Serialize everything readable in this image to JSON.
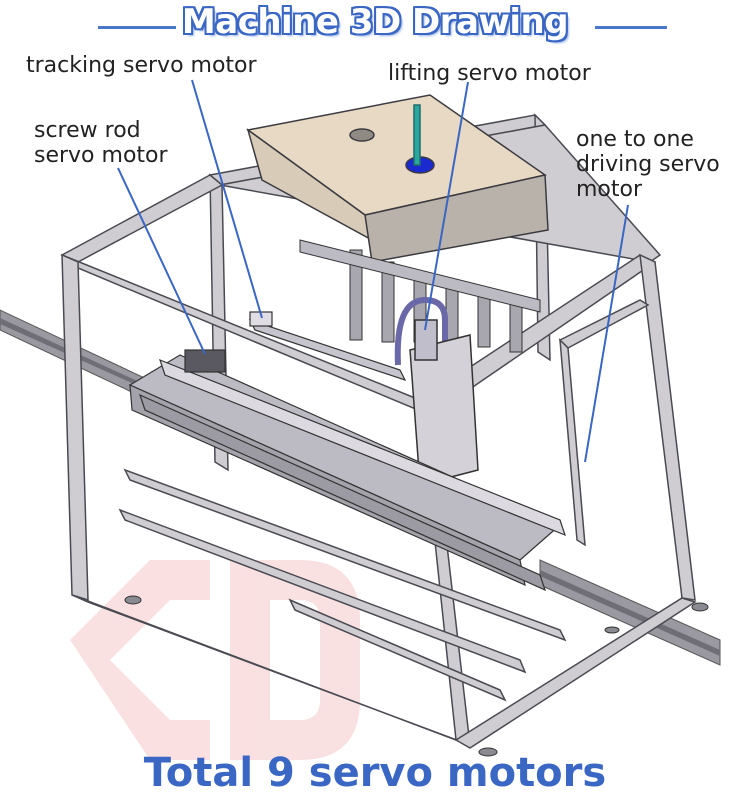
{
  "title": "Machine 3D Drawing",
  "labels": {
    "tracking": "tracking servo motor",
    "lifting": "lifting servo motor",
    "screw_line1": "screw rod",
    "screw_line2": "servo motor",
    "driving_line1": "one to one",
    "driving_line2": "driving servo",
    "driving_line3": "motor"
  },
  "footer": "Total 9 servo motors",
  "colors": {
    "accent": "#3a66c4",
    "frame": "#c8c6cc",
    "hopper": "#e8d9c4",
    "watermark": "#f2c8c8"
  }
}
